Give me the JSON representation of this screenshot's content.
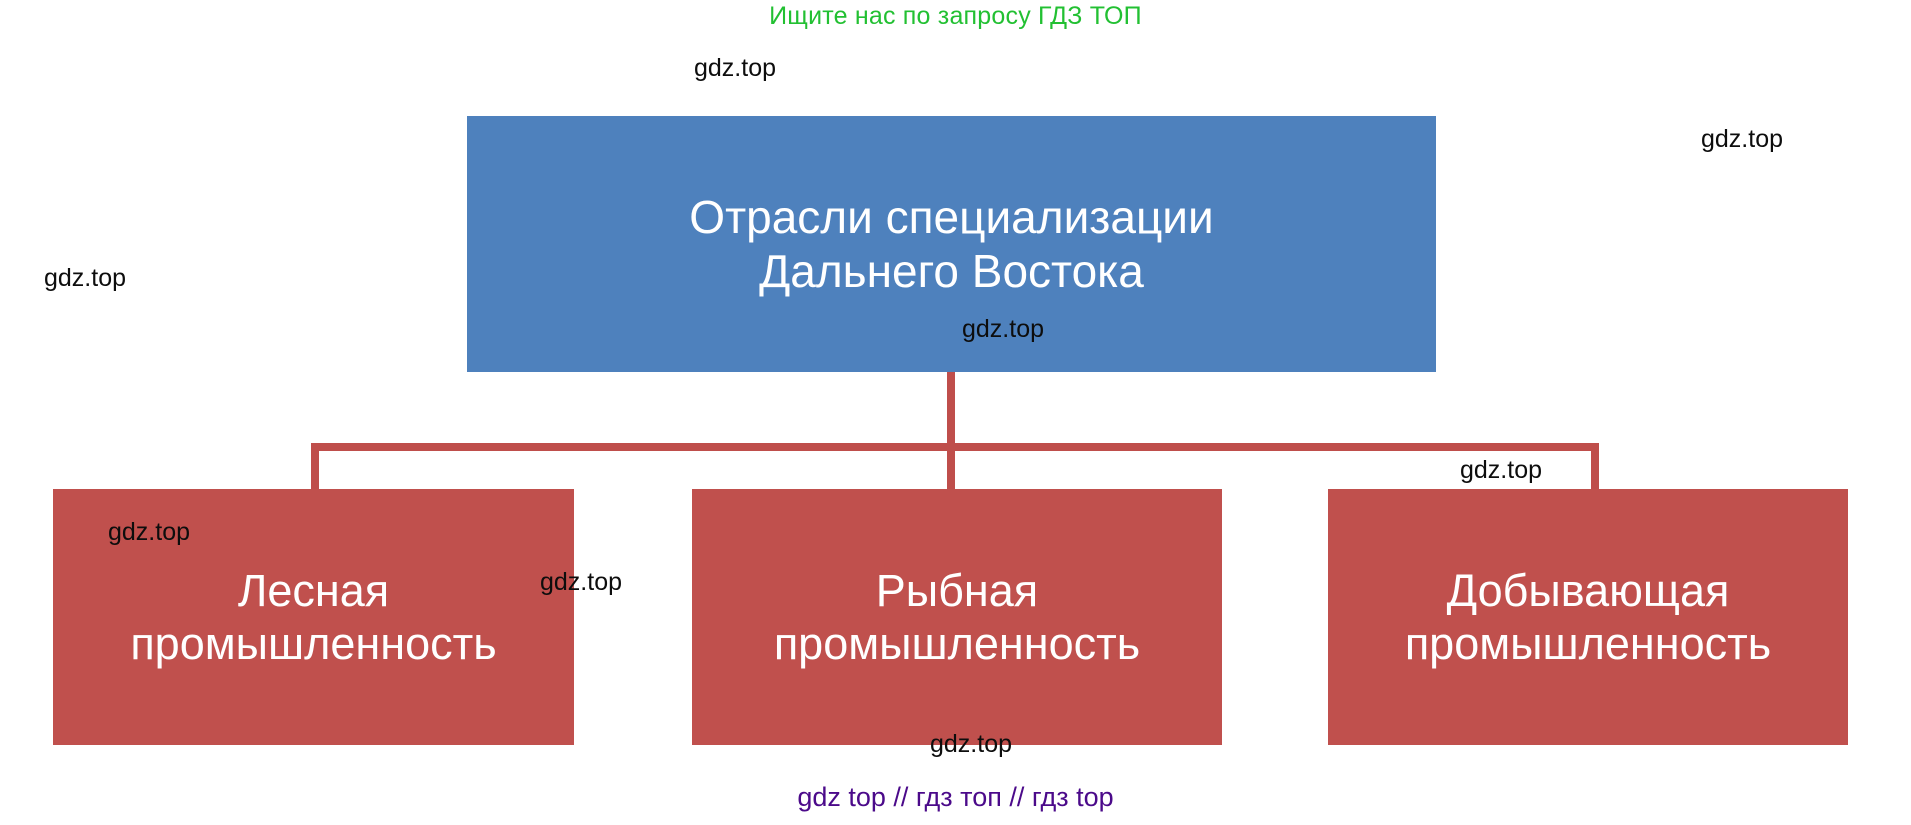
{
  "promo": {
    "text": "Ищите нас по запросу ГДЗ ТОП",
    "color": "#22c032"
  },
  "footer": {
    "text": "gdz top  //  гдз топ  //  гдз top",
    "color": "#4b0a8a"
  },
  "diagram": {
    "type": "hierarchy",
    "root": {
      "label": "Отрасли специализации Дальнего Востока",
      "line1": "Отрасли специализации",
      "line2": "Дальнего Востока",
      "color": "#4e81bd",
      "text_color": "#ffffff"
    },
    "connector_color": "#bf4e4b",
    "children": [
      {
        "label": "Лесная промышленность",
        "line1": "Лесная",
        "line2": "промышленность",
        "color": "#c0504d",
        "text_color": "#ffffff"
      },
      {
        "label": "Рыбная промышленность",
        "line1": "Рыбная",
        "line2": "промышленность",
        "color": "#c0504d",
        "text_color": "#ffffff"
      },
      {
        "label": "Добывающая промышленность",
        "line1": "Добывающая",
        "line2": "промышленность",
        "color": "#c0504d",
        "text_color": "#ffffff"
      }
    ]
  },
  "watermarks": [
    {
      "text": "gdz.top"
    },
    {
      "text": "gdz.top"
    },
    {
      "text": "gdz.top"
    },
    {
      "text": "gdz.top"
    },
    {
      "text": "gdz.top"
    },
    {
      "text": "gdz.top"
    },
    {
      "text": "gdz.top"
    },
    {
      "text": "gdz.top"
    },
    {
      "text": "gdz.top"
    }
  ]
}
